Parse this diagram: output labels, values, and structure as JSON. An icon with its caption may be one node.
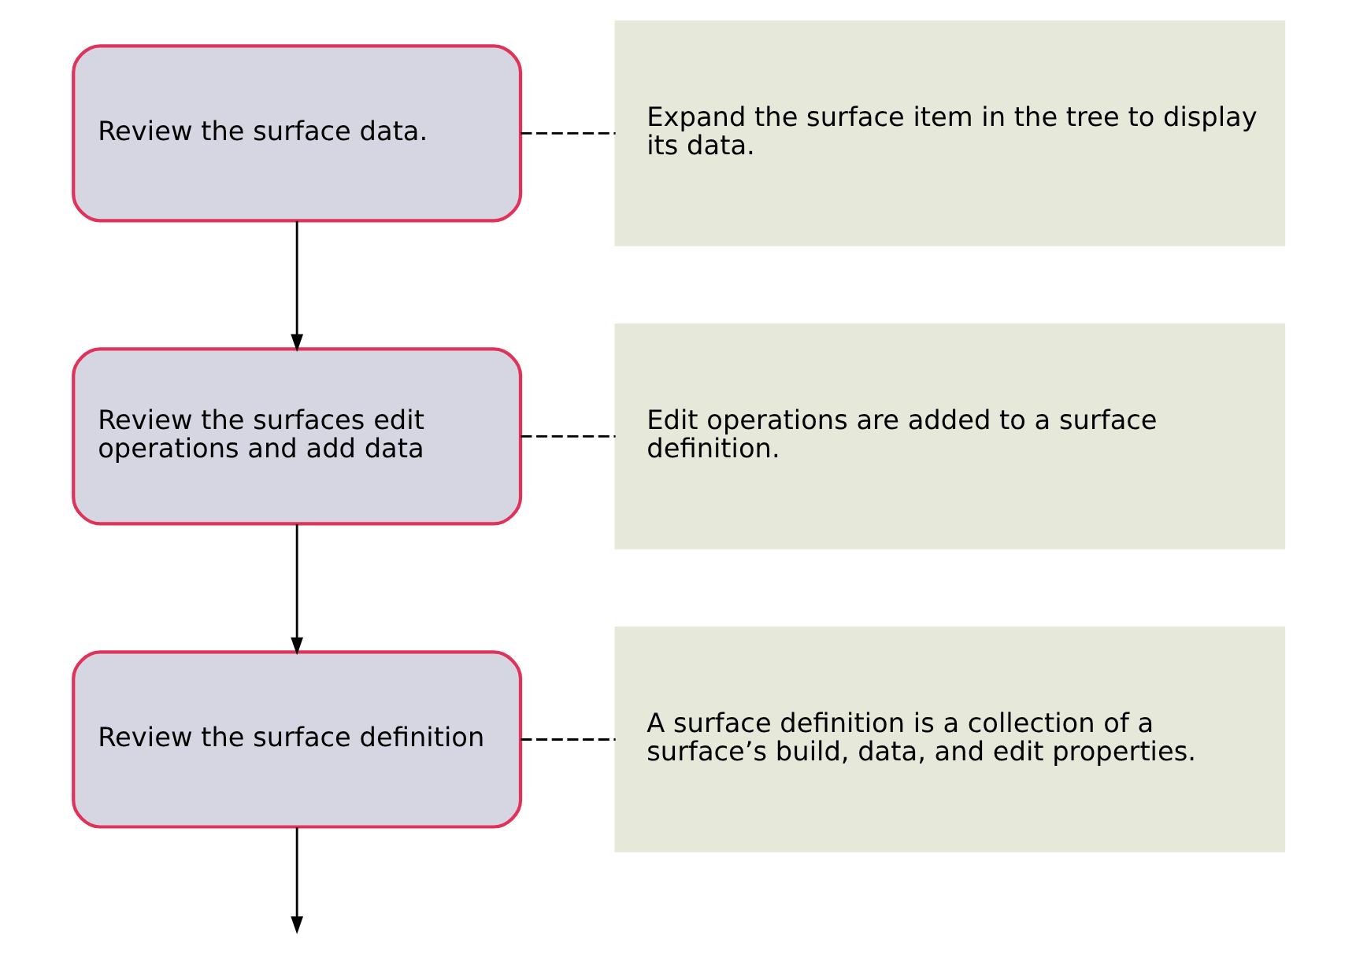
{
  "diagram": {
    "nodes": [
      {
        "text": [
          "Review the surface data."
        ]
      },
      {
        "text": [
          "Expand the surface item in the tree to display its data."
        ]
      },
      {
        "text": [
          "Review the surfaces edit operations and add data"
        ]
      },
      {
        "text": [
          "Edit operations are added to a surface definition."
        ]
      },
      {
        "text": [
          "Review the surface definition"
        ]
      },
      {
        "text": [
          "A surface definition is a collection of a surface’s build, data, and edit properties."
        ]
      }
    ],
    "edges": [
      {
        "from": 0,
        "to": 1,
        "arrow": "none",
        "style": "dashed"
      },
      {
        "from": 0,
        "to": 2,
        "arrow": "to"
      },
      {
        "from": 2,
        "to": 3,
        "arrow": "none",
        "style": "dashed"
      },
      {
        "from": 2,
        "to": 4,
        "arrow": "to"
      },
      {
        "from": 4,
        "to": 5,
        "arrow": "none",
        "style": "dashed"
      },
      {
        "from": 4,
        "to": null,
        "arrow": "to"
      }
    ]
  }
}
